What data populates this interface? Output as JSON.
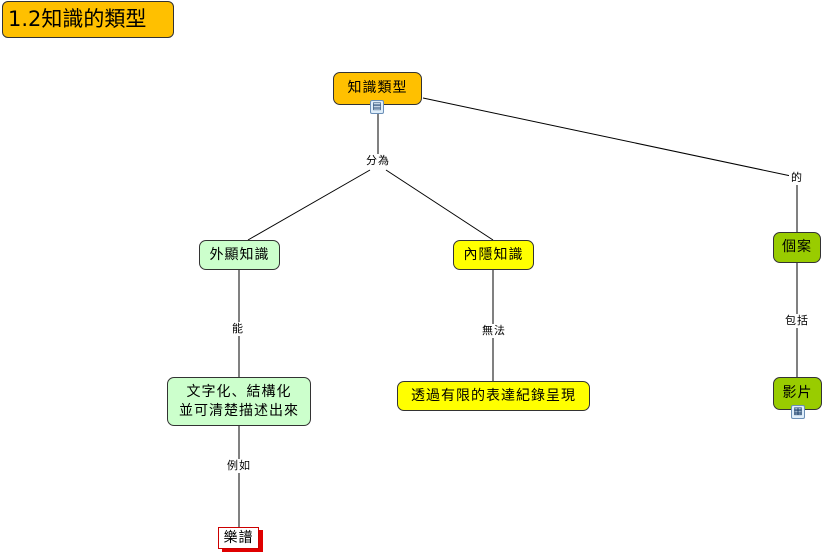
{
  "diagram": {
    "title": "1.2知識的類型",
    "nodes": {
      "root": "知識類型",
      "explicit": "外顯知識",
      "tacit": "內隱知識",
      "case": "個案",
      "structured": "文字化、結構化\n並可清楚描述出來",
      "record": "透過有限的表達紀錄呈現",
      "video": "影片",
      "score": "樂譜"
    },
    "links": {
      "divide": "分為",
      "of": "的",
      "can": "能",
      "cannot": "無法",
      "include": "包括",
      "example": "例如"
    },
    "icons": {
      "document": "document-icon",
      "video": "film-icon"
    },
    "colors": {
      "orange": "#ffc000",
      "light_green": "#ccffcc",
      "yellow": "#ffff00",
      "olive_green": "#99cc00",
      "red_shadow": "#e00000"
    }
  }
}
